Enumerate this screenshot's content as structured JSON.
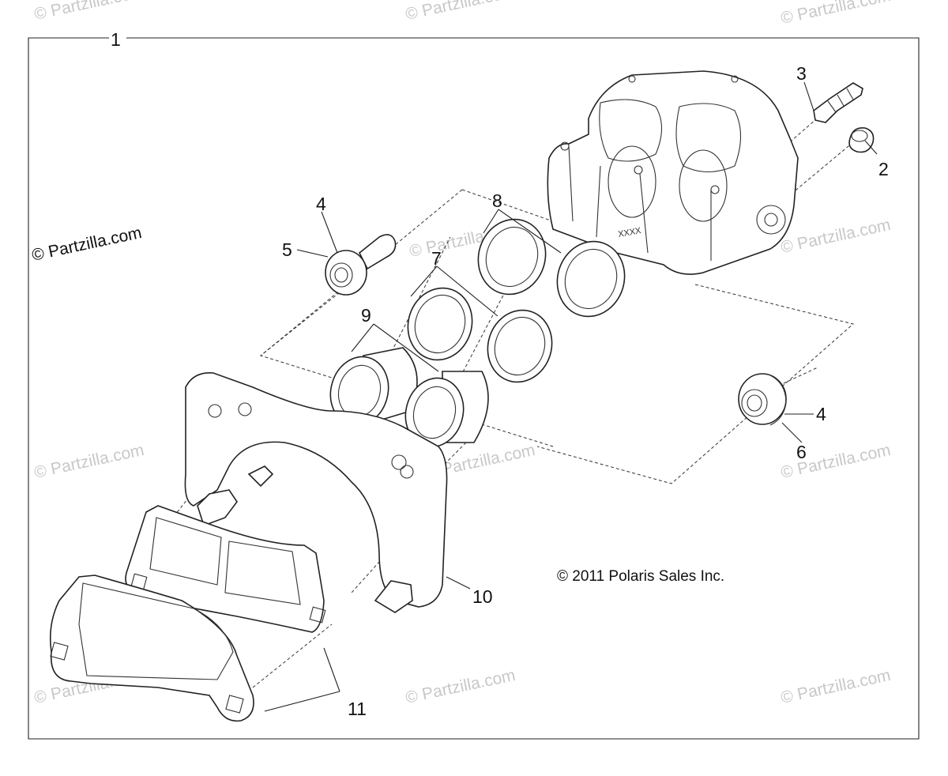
{
  "watermark": "© Partzilla.com",
  "copyright": {
    "partzilla": "© Partzilla.com",
    "polaris": "© 2011 Polaris Sales Inc."
  },
  "callouts": {
    "c1": "1",
    "c2": "2",
    "c3": "3",
    "c4a": "4",
    "c4b": "4",
    "c5": "5",
    "c6": "6",
    "c7": "7",
    "c8": "8",
    "c9": "9",
    "c10": "10",
    "c11": "11"
  },
  "caliper_marking": "XXXX"
}
